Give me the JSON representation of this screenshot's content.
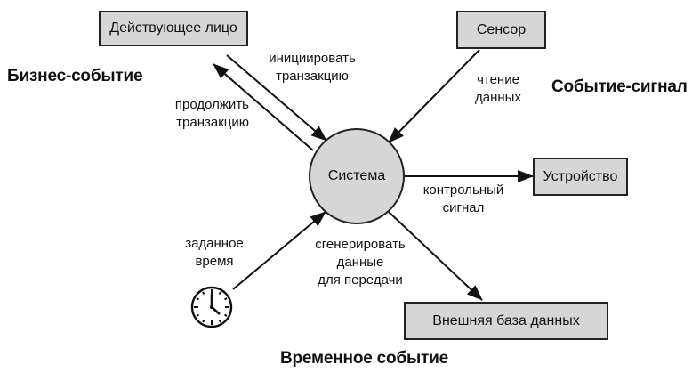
{
  "diagram": {
    "center": {
      "label": "Система"
    },
    "boxes": {
      "actor": "Действующее лицо",
      "sensor": "Сенсор",
      "device": "Устройство",
      "external_db": "Внешняя база данных"
    },
    "arrow_labels": {
      "initiate": [
        "инициировать",
        "транзакцию"
      ],
      "continue": [
        "продолжить",
        "транзакцию"
      ],
      "read_data": [
        "чтение",
        "данных"
      ],
      "control_signal": [
        "контрольный",
        "сигнал"
      ],
      "generate_data": [
        "сгенерировать",
        "данные",
        "для передачи"
      ],
      "set_time": [
        "заданное",
        "время"
      ]
    },
    "events": {
      "business": "Бизнес-событие",
      "signal": "Событие-сигнал",
      "time": "Временное событие"
    },
    "icons": {
      "clock": "clock-icon"
    },
    "colors": {
      "fill": "#d6d6d6",
      "stroke": "#222222"
    }
  }
}
